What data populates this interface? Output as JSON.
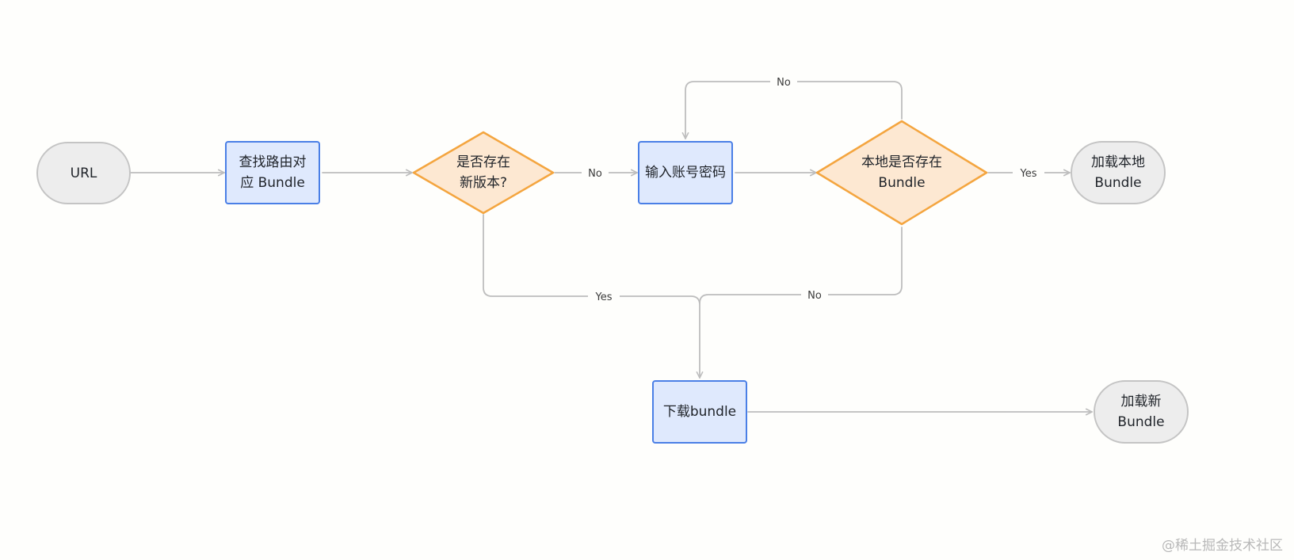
{
  "nodes": {
    "url": "URL",
    "lookup_line1": "查找路由对",
    "lookup_line2": "应 Bundle",
    "new_version_line1": "是否存在",
    "new_version_line2": "新版本?",
    "input_credentials": "输入账号密码",
    "local_bundle_line1": "本地是否存在",
    "local_bundle_line2": "Bundle",
    "load_local_line1": "加载本地",
    "load_local_line2": "Bundle",
    "download": "下载bundle",
    "load_new_line1": "加载新",
    "load_new_line2": "Bundle"
  },
  "edge_labels": {
    "new_version_no": "No",
    "local_no_top": "No",
    "local_yes": "Yes",
    "new_version_yes": "Yes",
    "local_no_bottom": "No"
  },
  "watermark": "@稀土掘金技术社区",
  "colors": {
    "terminal_fill": "#ededed",
    "terminal_border": "#c4c4c4",
    "process_fill": "#dfe9fd",
    "process_border": "#4a7fe6",
    "decision_fill": "#fde8d2",
    "decision_border": "#f4a53f",
    "edge": "#bdbdbd"
  }
}
